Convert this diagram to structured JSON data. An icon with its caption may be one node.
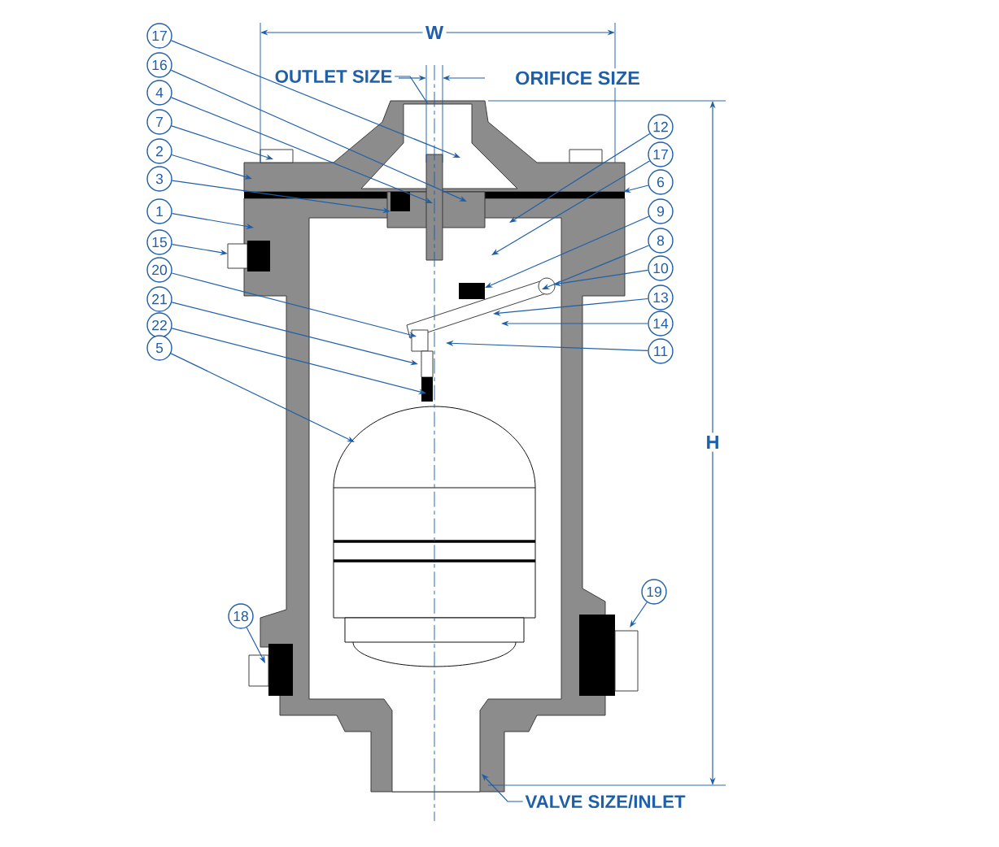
{
  "diagram": {
    "nodes": [
      {
        "text": [
          "17"
        ]
      },
      {
        "text": [
          "16"
        ]
      },
      {
        "text": [
          "4"
        ]
      },
      {
        "text": [
          "7"
        ]
      },
      {
        "text": [
          "2"
        ]
      },
      {
        "text": [
          "3"
        ]
      },
      {
        "text": [
          "1"
        ]
      },
      {
        "text": [
          "15"
        ]
      },
      {
        "text": [
          "20"
        ]
      },
      {
        "text": [
          "21"
        ]
      },
      {
        "text": [
          "22"
        ]
      },
      {
        "text": [
          "5"
        ]
      },
      {
        "text": [
          "12"
        ]
      },
      {
        "text": [
          "17"
        ]
      },
      {
        "text": [
          "6"
        ]
      },
      {
        "text": [
          "9"
        ]
      },
      {
        "text": [
          "8"
        ]
      },
      {
        "text": [
          "10"
        ]
      },
      {
        "text": [
          "13"
        ]
      },
      {
        "text": [
          "14"
        ]
      },
      {
        "text": [
          "11"
        ]
      },
      {
        "text": [
          "18"
        ]
      },
      {
        "text": [
          "19"
        ]
      },
      {
        "text": [
          "OUTLET SIZE"
        ]
      },
      {
        "text": [
          "VALVE SIZE/INLET"
        ]
      }
    ],
    "edges": [
      {
        "from": 0,
        "to": null,
        "arrow": "to"
      },
      {
        "from": 1,
        "to": null,
        "arrow": "to"
      },
      {
        "from": 2,
        "to": null,
        "arrow": "to"
      },
      {
        "from": 3,
        "to": null,
        "arrow": "to"
      },
      {
        "from": 4,
        "to": null,
        "arrow": "to"
      },
      {
        "from": 5,
        "to": null,
        "arrow": "to"
      },
      {
        "from": 6,
        "to": null,
        "arrow": "to"
      },
      {
        "from": 7,
        "to": null,
        "arrow": "to"
      },
      {
        "from": 8,
        "to": null,
        "arrow": "to"
      },
      {
        "from": 9,
        "to": null,
        "arrow": "to"
      },
      {
        "from": 10,
        "to": null,
        "arrow": "to"
      },
      {
        "from": 11,
        "to": null,
        "arrow": "to"
      },
      {
        "from": 12,
        "to": null,
        "arrow": "to"
      },
      {
        "from": 13,
        "to": null,
        "arrow": "to"
      },
      {
        "from": 14,
        "to": null,
        "arrow": "to"
      },
      {
        "from": 15,
        "to": null,
        "arrow": "to"
      },
      {
        "from": 16,
        "to": null,
        "arrow": "to"
      },
      {
        "from": 17,
        "to": null,
        "arrow": "to"
      },
      {
        "from": 18,
        "to": null,
        "arrow": "to"
      },
      {
        "from": 19,
        "to": null,
        "arrow": "to"
      },
      {
        "from": 20,
        "to": null,
        "arrow": "to"
      },
      {
        "from": 21,
        "to": null,
        "arrow": "to"
      },
      {
        "from": 22,
        "to": null,
        "arrow": "to"
      },
      {
        "from": 23,
        "to": null,
        "arrow": "none"
      },
      {
        "from": 24,
        "to": null,
        "arrow": "to"
      }
    ],
    "labels": [
      "W",
      "ORIFICE SIZE",
      "H"
    ]
  }
}
